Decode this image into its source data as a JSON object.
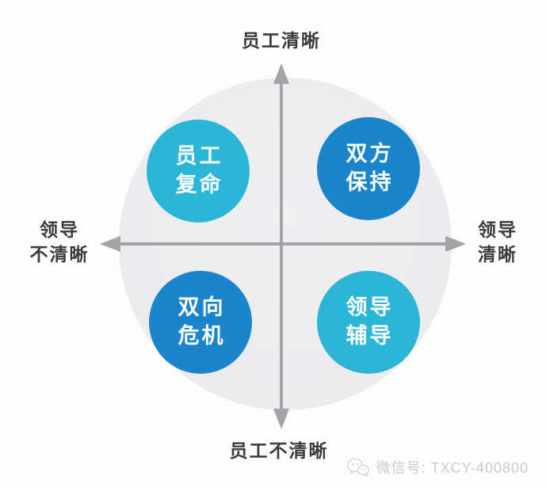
{
  "diagram": {
    "axis_labels": {
      "top": "员工清晰",
      "bottom": "员工不清晰",
      "left_line1": "领导",
      "left_line2": "不清晰",
      "right_line1": "领导",
      "right_line2": "清晰"
    },
    "quadrants": {
      "top_left": {
        "line1": "员工",
        "line2": "复命",
        "color": "#2bb5d6"
      },
      "top_right": {
        "line1": "双方",
        "line2": "保持",
        "color": "#1a85cc"
      },
      "bottom_left": {
        "line1": "双向",
        "line2": "危机",
        "color": "#1a85cc"
      },
      "bottom_right": {
        "line1": "领导",
        "line2": "辅导",
        "color": "#2bb5d6"
      }
    },
    "colors": {
      "axis": "#a3a3a8",
      "backdrop_circle": "#ededf0",
      "label_text": "#3b3b3d",
      "bubble_text": "#ffffff"
    }
  },
  "watermark": {
    "icon": "wechat-icon",
    "text": "微信号: TXCY-400800",
    "color": "#cbcbcf"
  }
}
